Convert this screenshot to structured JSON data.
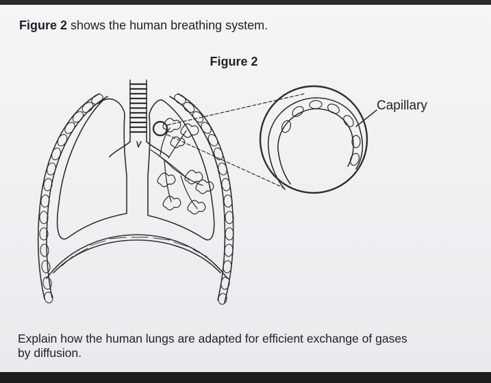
{
  "intro": {
    "figure_ref": "Figure 2",
    "text": "shows the human breathing system."
  },
  "figure": {
    "title": "Figure 2",
    "label_capillary": "Capillary"
  },
  "question": {
    "line1": "Explain how the human lungs are adapted for efficient exchange of gases",
    "line2": "by diffusion."
  }
}
